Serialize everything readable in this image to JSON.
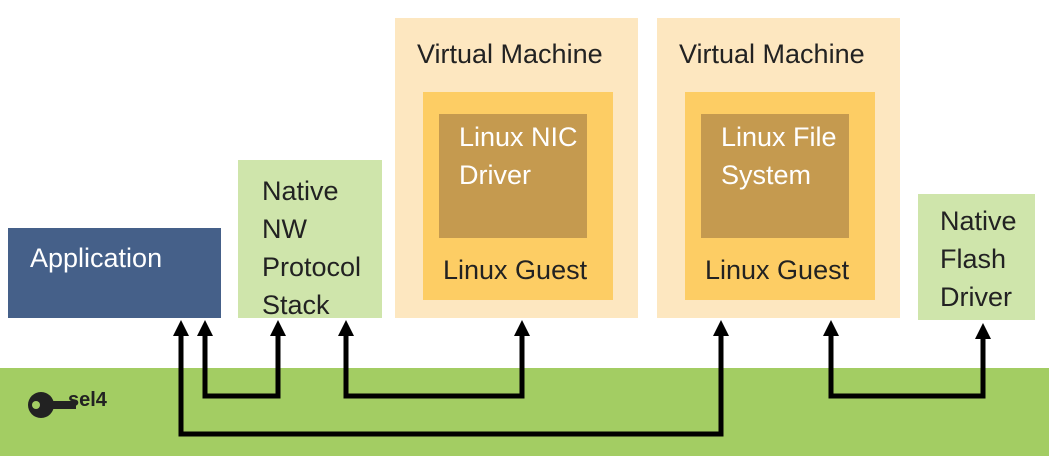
{
  "blocks": {
    "application": "Application",
    "native_nw_stack": "Native NW Protocol Stack",
    "vm1": {
      "title": "Virtual Machine",
      "guest": "Linux Guest",
      "component": "Linux NIC Driver"
    },
    "vm2": {
      "title": "Virtual Machine",
      "guest": "Linux Guest",
      "component": "Linux File System"
    },
    "native_flash_driver": "Native Flash Driver"
  },
  "kernel": {
    "logo": "sel4",
    "color": "#a3cd63"
  },
  "colors": {
    "application": "#456089",
    "native": "#cfe5ab",
    "vm": "#fde7c0",
    "guest": "#fdcd64",
    "guest_component": "#c59a4f",
    "connector": "#000000"
  }
}
